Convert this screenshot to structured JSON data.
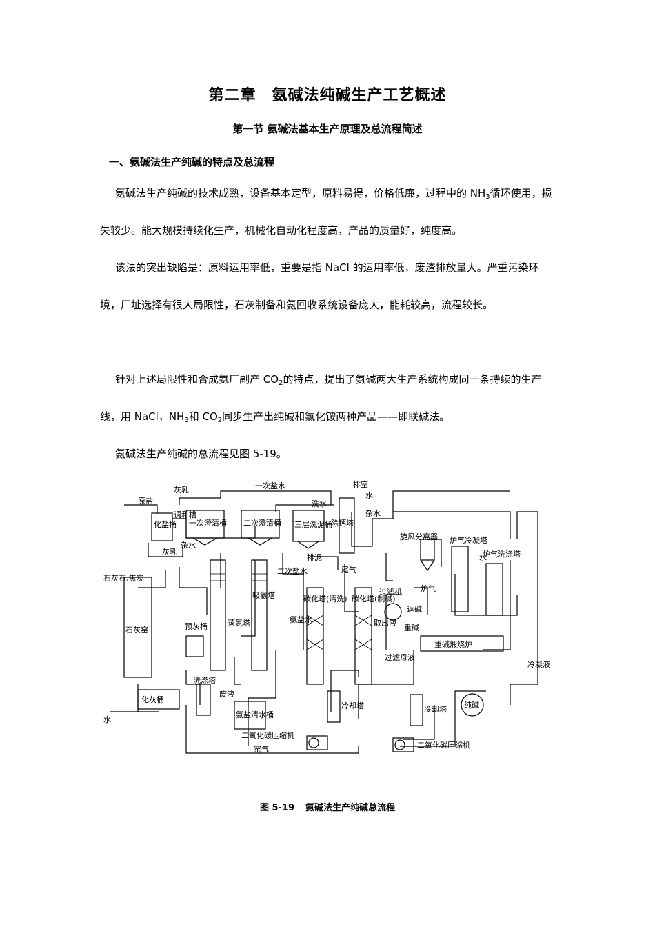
{
  "chapter_title": "第二章　氨碱法纯碱生产工艺概述",
  "section_title": "第一节 氨碱法基本生产原理及总流程简述",
  "subsection_title": "一、氨碱法生产纯碱的特点及总流程",
  "paragraphs": {
    "p1": {
      "a": "氨碱法生产纯碱的技术成熟，设备基本定型，原料易得，价格低廉，过程中的 NH",
      "b": "3",
      "c": "循环使用，损失较少。能大规模持续化生产，机械化自动化程度高，产品的质量好，纯度高。"
    },
    "p2": {
      "a": "该法的突出缺陷是：原料运用率低，重要是指 NaCl 的运用率低，废渣排放量大。严重污染环境，厂址选择有很大局限性，石灰制备和氨回收系统设备庞大，能耗较高，流程较长。"
    },
    "p3": {
      "a": "针对上述局限性和合成氨厂副产 CO",
      "b": "2",
      "c": "的特点，提出了氨碱两大生产系统构成同一条持续的生产线，用 NaCl，NH",
      "d": "3",
      "e": "和 CO",
      "f": "2",
      "g": "同步生产出纯碱和氯化铵两种产品——即联碱法。"
    },
    "p4": {
      "a": "氨碱法生产纯碱的总流程见图 5-19。"
    }
  },
  "figure": {
    "caption_number": "图 5-19",
    "caption_text": "氨碱法生产纯碱总流程",
    "labels": {
      "raw_salt": "原盐",
      "lime_milk_top": "灰乳",
      "brine_tank": "化盐桶",
      "mix_tank": "调和槽",
      "first_clarifier": "一次澄清桶",
      "second_clarifier": "二次澄清桶",
      "triple_wash": "三层洗泥桶",
      "mud_discharge": "排泥",
      "wash_water": "洗水",
      "misc_water_left": "杂水",
      "first_brine": "一次盐水",
      "vent": "排空",
      "water_top": "水",
      "misc_water_right": "杂水",
      "decalcium_tower": "除钙塔",
      "lime_milk_mid": "灰乳",
      "limestone_coke": "石灰石,焦炭",
      "lime_kiln": "石灰窑",
      "pre_lime_tank": "预灰桶",
      "distill_tower": "蒸氨塔",
      "absorb_tower": "吸氨塔",
      "second_brine": "二次盐水",
      "ammonia_brine": "氨盐水",
      "tail_gas": "尾气",
      "carbon_clean_tower": "碳化塔(清洗)",
      "carbon_make_tower": "碳化塔(制碱)",
      "take_out_liquid": "取出液",
      "filter": "过滤机",
      "filtrate": "过滤母液",
      "cyclone": "旋风分离器",
      "furnace_gas_cooler": "炉气冷凝塔",
      "water_right": "水",
      "furnace_gas_washer": "炉气洗涤塔",
      "furnace_gas": "炉气",
      "return_soda": "返碱",
      "heavy_soda": "重碱",
      "calciner": "重碱煅烧炉",
      "condensate": "冷凝液",
      "soda_ash": "纯碱",
      "slaker": "化灰桶",
      "water_bottom": "水",
      "wash_tower": "洗涤塔",
      "waste_liquid": "废液",
      "ammonia_salt_tank": "氨盐清水桶",
      "co2_compressor_left": "二氧化碳压缩机",
      "kiln_gas": "窑气",
      "cooling_tower_left": "冷却塔",
      "cooling_tower_right": "冷却塔",
      "co2_compressor_right": "二氧化碳压缩机"
    }
  }
}
